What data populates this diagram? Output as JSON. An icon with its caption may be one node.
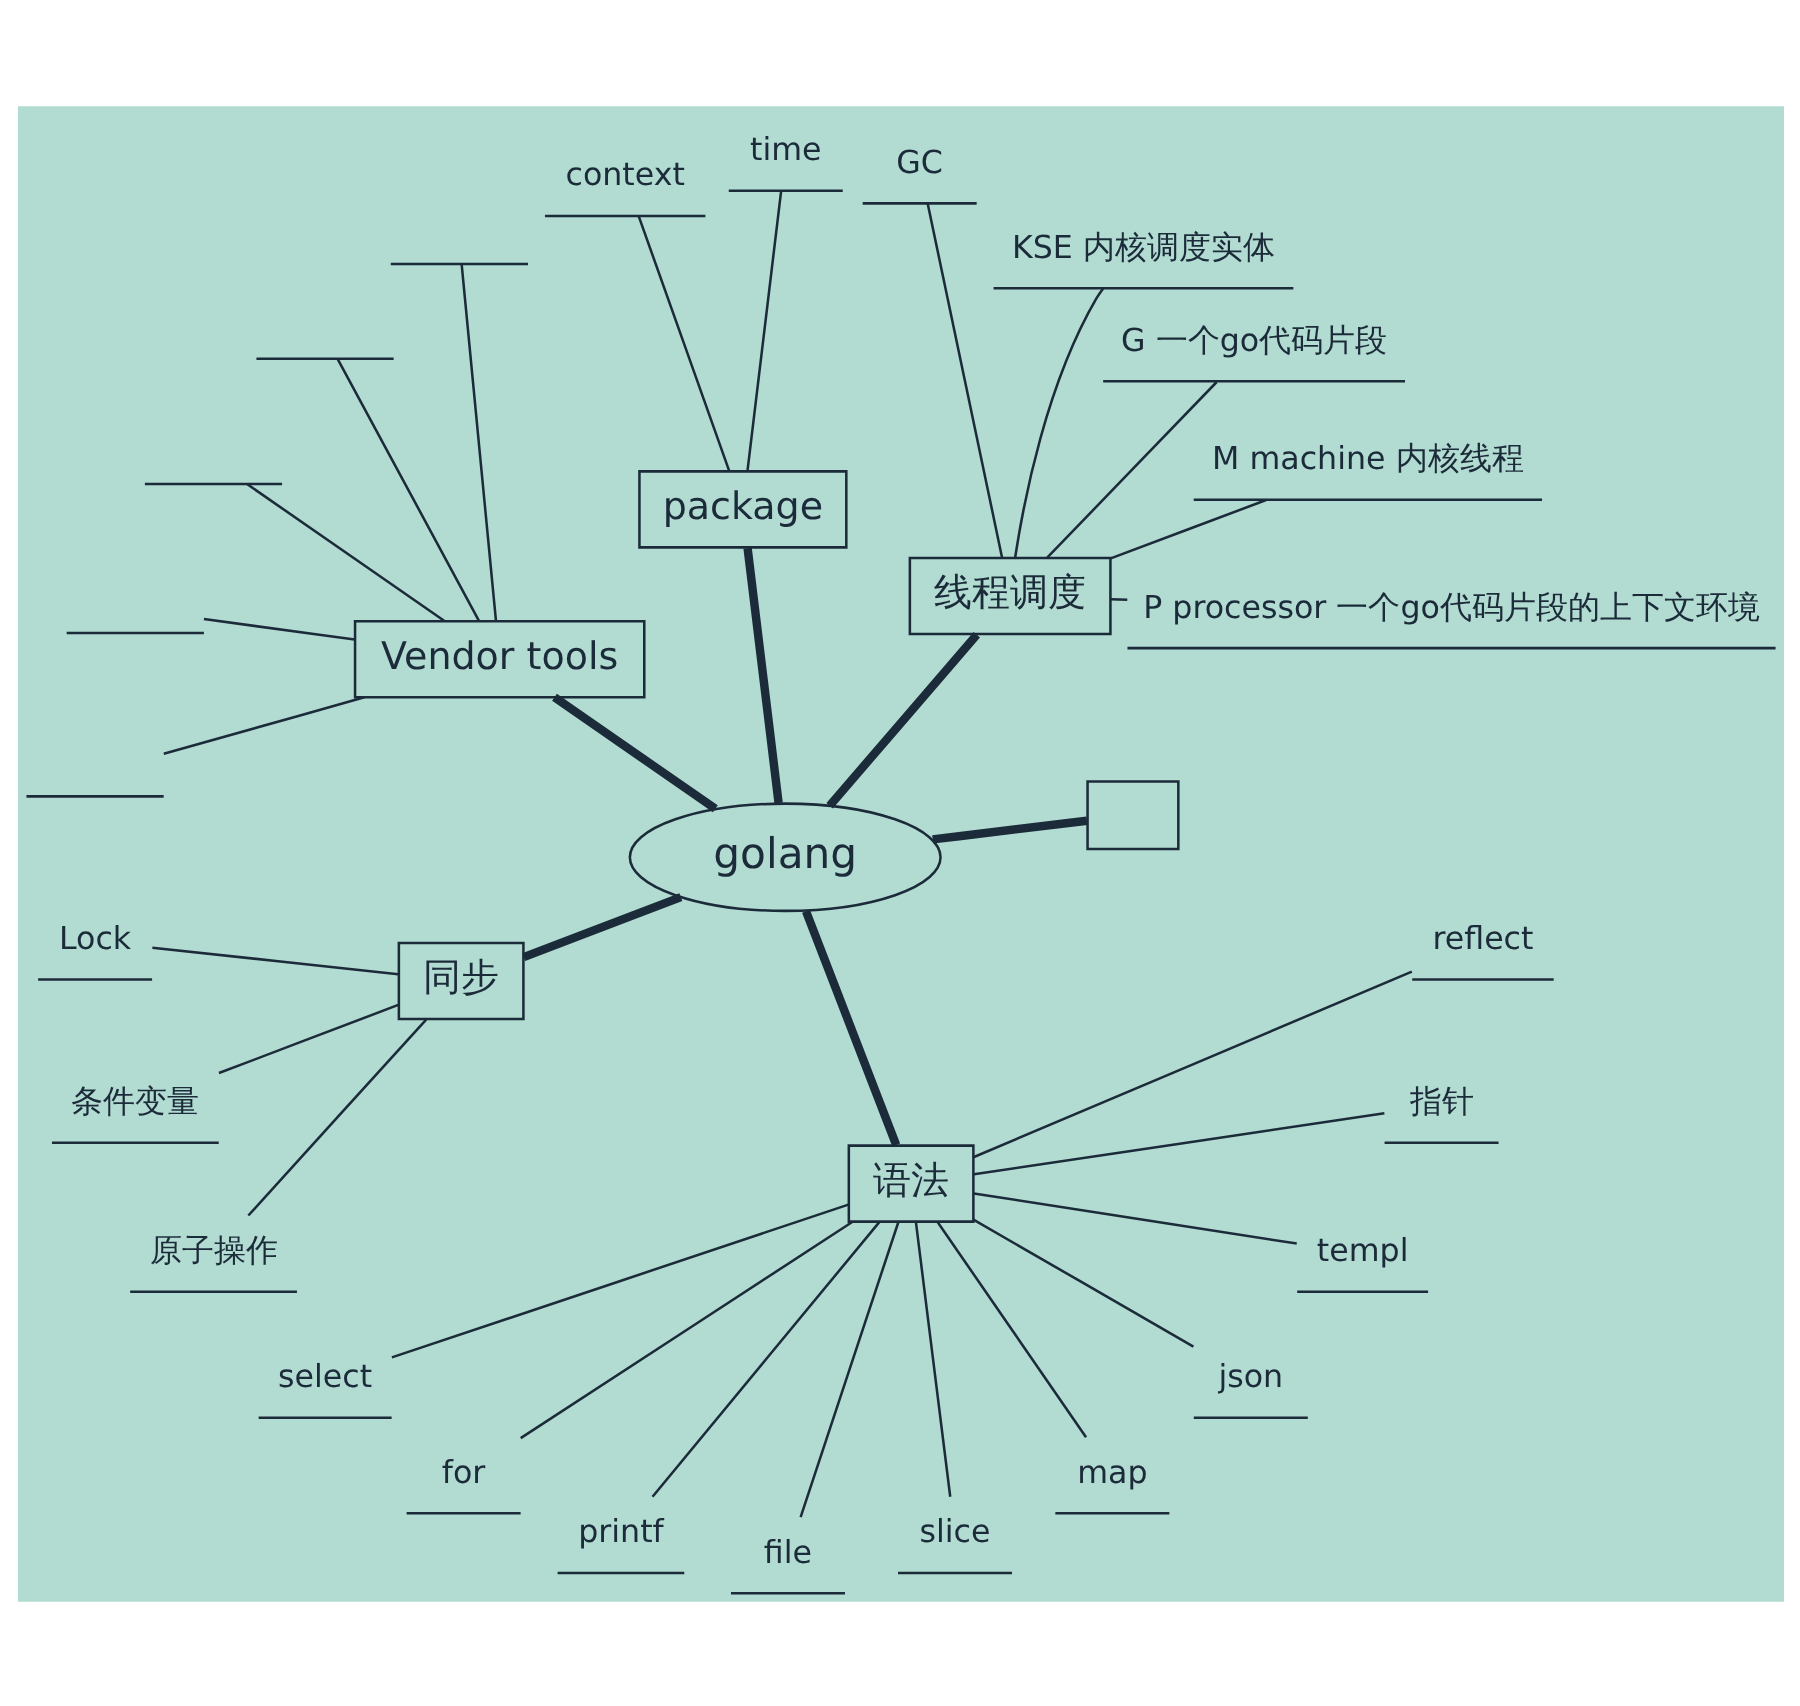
{
  "diagram": {
    "nodes": [
      {
        "text": [
          "golang"
        ]
      },
      {
        "text": [],
        "shape": "box"
      },
      {
        "text": [
          "线程调度"
        ]
      },
      {
        "text": [
          "P processor 一个go代码片段的上下文环境"
        ]
      },
      {
        "text": [
          "M machine 内核线程"
        ]
      },
      {
        "text": [
          "G 一个go代码片段"
        ]
      },
      {
        "text": [
          "KSE 内核调度实体"
        ]
      },
      {
        "text": [
          "GC"
        ]
      },
      {
        "text": [
          "package"
        ]
      },
      {
        "text": [
          "time"
        ]
      },
      {
        "text": [
          "context"
        ]
      },
      {
        "text": [
          "Vendor tools"
        ]
      },
      {
        "text": [],
        "shape": "line"
      },
      {
        "text": [],
        "shape": "line"
      },
      {
        "text": [],
        "shape": "line"
      },
      {
        "text": [],
        "shape": "line"
      },
      {
        "text": [],
        "shape": "line"
      },
      {
        "text": [
          "同步"
        ]
      },
      {
        "text": [
          "Lock"
        ]
      },
      {
        "text": [
          "条件变量"
        ]
      },
      {
        "text": [
          "原子操作"
        ]
      },
      {
        "text": [
          "语法"
        ]
      },
      {
        "text": [
          "select"
        ]
      },
      {
        "text": [
          "for"
        ]
      },
      {
        "text": [
          "printf"
        ]
      },
      {
        "text": [
          "file"
        ]
      },
      {
        "text": [
          "slice"
        ]
      },
      {
        "text": [
          "map"
        ]
      },
      {
        "text": [
          "json"
        ]
      },
      {
        "text": [
          "templ"
        ]
      },
      {
        "text": [
          "指针"
        ]
      },
      {
        "text": [
          "reflect"
        ]
      }
    ],
    "edges": [
      {
        "from": 0,
        "to": 1,
        "arrow": "none",
        "style": "thick"
      },
      {
        "from": 0,
        "to": 2,
        "arrow": "none",
        "style": "thick"
      },
      {
        "from": 2,
        "to": 3,
        "arrow": "none"
      },
      {
        "from": 2,
        "to": 4,
        "arrow": "none"
      },
      {
        "from": 2,
        "to": 5,
        "arrow": "none"
      },
      {
        "from": 2,
        "to": 6,
        "arrow": "none"
      },
      {
        "from": 2,
        "to": 7,
        "arrow": "none"
      },
      {
        "from": 0,
        "to": 8,
        "arrow": "none",
        "style": "thick"
      },
      {
        "from": 8,
        "to": 9,
        "arrow": "none"
      },
      {
        "from": 8,
        "to": 10,
        "arrow": "none"
      },
      {
        "from": 0,
        "to": 11,
        "arrow": "none",
        "style": "thick"
      },
      {
        "from": 11,
        "to": 12,
        "arrow": "none"
      },
      {
        "from": 11,
        "to": 13,
        "arrow": "none"
      },
      {
        "from": 11,
        "to": 14,
        "arrow": "none"
      },
      {
        "from": 11,
        "to": 15,
        "arrow": "none"
      },
      {
        "from": 11,
        "to": 16,
        "arrow": "none"
      },
      {
        "from": 0,
        "to": 17,
        "arrow": "none",
        "style": "thick"
      },
      {
        "from": 17,
        "to": 18,
        "arrow": "none"
      },
      {
        "from": 17,
        "to": 19,
        "arrow": "none"
      },
      {
        "from": 17,
        "to": 20,
        "arrow": "none"
      },
      {
        "from": 0,
        "to": 21,
        "arrow": "none",
        "style": "thick"
      },
      {
        "from": 21,
        "to": 22,
        "arrow": "none"
      },
      {
        "from": 21,
        "to": 23,
        "arrow": "none"
      },
      {
        "from": 21,
        "to": 24,
        "arrow": "none"
      },
      {
        "from": 21,
        "to": 25,
        "arrow": "none"
      },
      {
        "from": 21,
        "to": 26,
        "arrow": "none"
      },
      {
        "from": 21,
        "to": 27,
        "arrow": "none"
      },
      {
        "from": 21,
        "to": 28,
        "arrow": "none"
      },
      {
        "from": 21,
        "to": 29,
        "arrow": "none"
      },
      {
        "from": 21,
        "to": 30,
        "arrow": "none"
      },
      {
        "from": 21,
        "to": 31,
        "arrow": "none"
      }
    ]
  }
}
